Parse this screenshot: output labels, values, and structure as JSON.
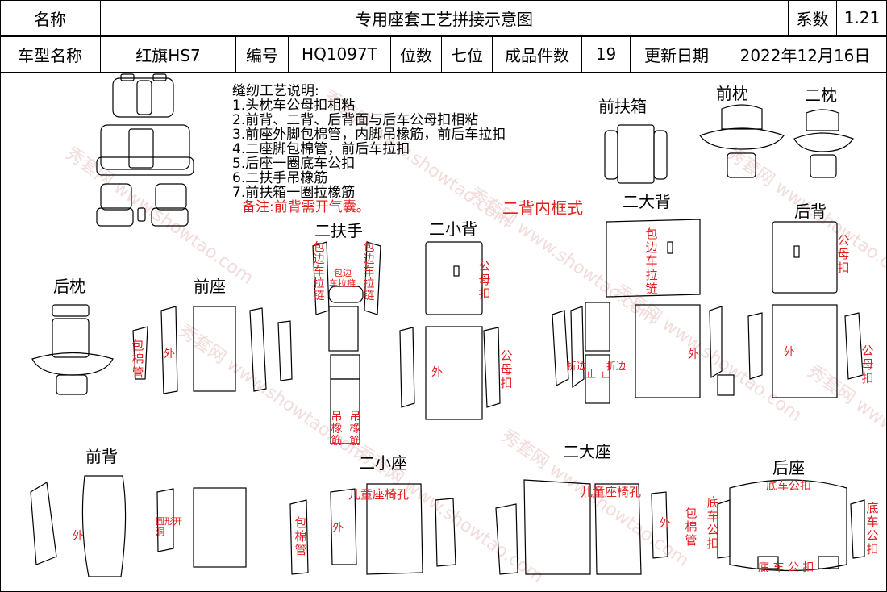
{
  "header": {
    "name_label": "名称",
    "title": "专用座套工艺拼接示意图",
    "coef_label": "系数",
    "coef_value": "1.21",
    "model_label": "车型名称",
    "model_value": "红旗HS7",
    "code_label": "编号",
    "code_value": "HQ1097T",
    "seats_label": "位数",
    "seats_value": "七位",
    "pieces_label": "成品件数",
    "pieces_value": "19",
    "date_label": "更新日期",
    "date_value": "2022年12月16日"
  },
  "notes": {
    "title": "缝纫工艺说明:",
    "items": [
      "1.头枕车公母扣相粘",
      "2.前背、二背、后背面与后车公母扣相粘",
      "3.前座外脚包棉管，内脚吊橡筋，前后车拉扣",
      "4.二座脚包棉管，前后车拉扣",
      "5.后座一圈底车公扣",
      "6.二扶手吊橡筋",
      "7.前扶箱一圈拉橡筋"
    ],
    "remark": "备注:前背需开气囊。"
  },
  "sections": {
    "front_box": "前扶箱",
    "front_pillow": "前枕",
    "second_pillow": "二枕",
    "inner_frame": "二背内框式",
    "second_big_back": "二大背",
    "rear_back": "后背",
    "second_armrest": "二扶手",
    "second_small_back": "二小背",
    "rear_pillow": "后枕",
    "front_seat": "前座",
    "front_back": "前背",
    "second_small_seat": "二小座",
    "second_big_seat": "二大座",
    "rear_seat": "后座"
  },
  "annotations": {
    "wrap_edge_pull_chain": "包边车拉链",
    "wrap_edge_small": "包边",
    "pull_chain_small": "车拉链",
    "male_female_button": "公母扣",
    "outer": "外",
    "wrap_cotton_tube": "包棉管",
    "hang_elastic": "吊橡筋",
    "fold_edge": "折边",
    "stop": "止",
    "circle_hole": "圆形开洞",
    "child_seat_hole": "儿童座椅孔",
    "bottom_male_button": "底车公扣",
    "bottom_male_button_spaced": "底 车 公 扣"
  },
  "watermark": "秀套网 www.showtao.com"
}
